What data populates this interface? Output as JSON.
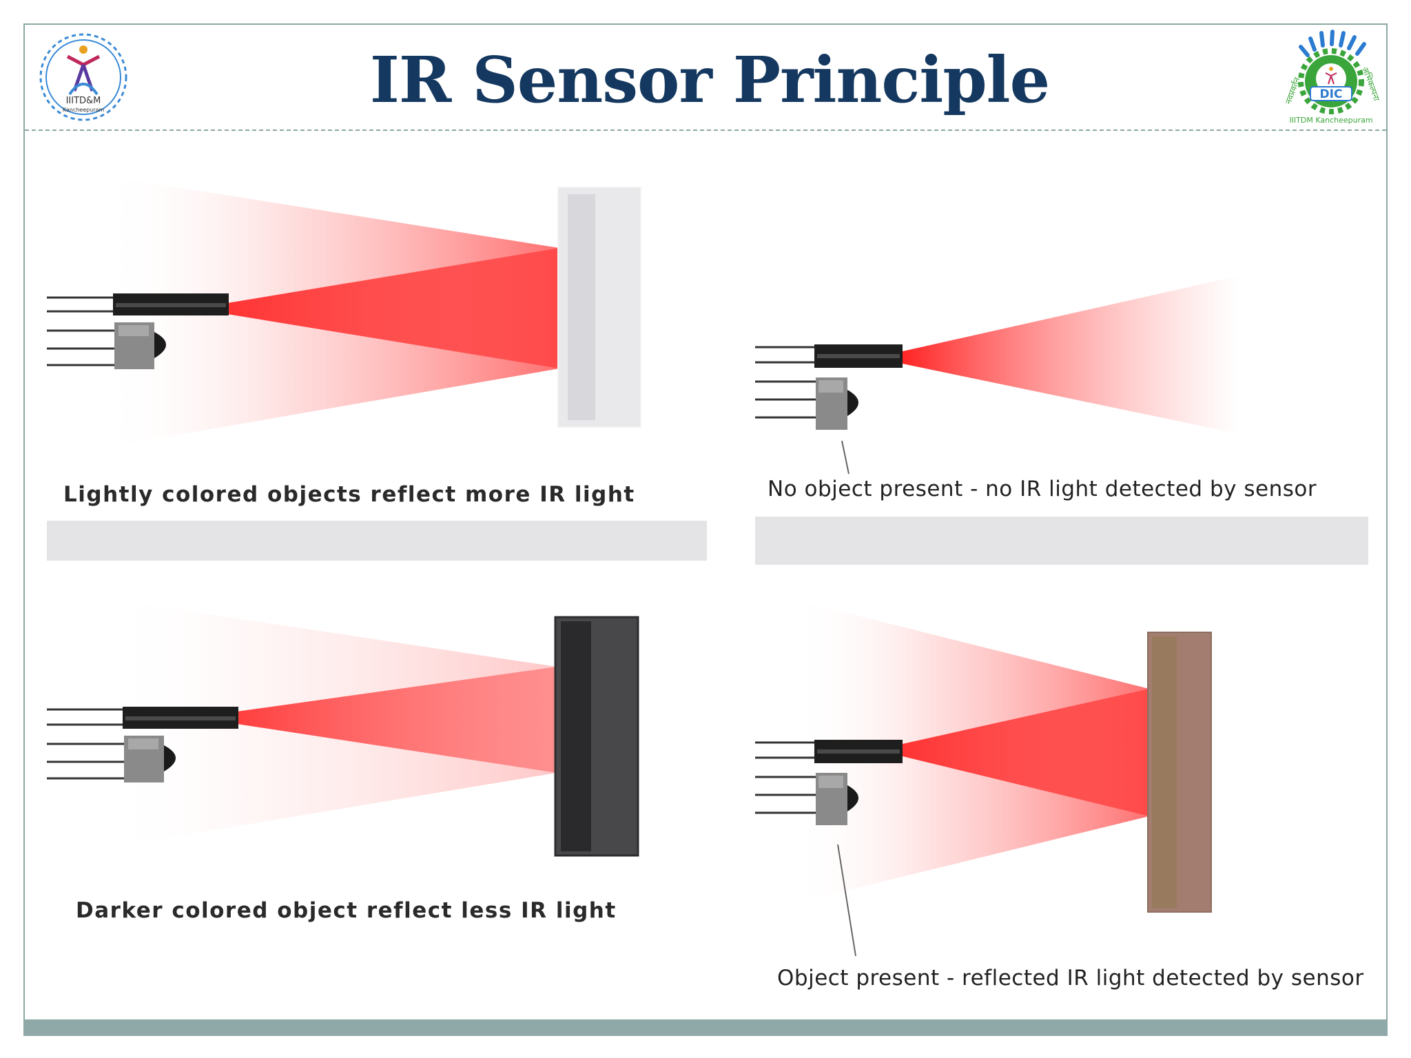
{
  "slide": {
    "title": "IR Sensor Principle"
  },
  "logos": {
    "left": {
      "text_line1": "IIITD&M",
      "text_line2": "Kancheepuram"
    },
    "right": {
      "badge": "DIC",
      "subtitle": "IIITDM Kancheepuram",
      "arc_left": "नवप्रवर्तन",
      "arc_right": "अभिकल्पना"
    }
  },
  "panels": {
    "light_object": {
      "caption": "Lightly colored objects reflect more IR light"
    },
    "no_object": {
      "caption": "No object present - no IR light detected by sensor"
    },
    "dark_object": {
      "caption": "Darker colored object reflect less IR light"
    },
    "object_present": {
      "caption": "Object present - reflected IR light detected by sensor"
    }
  },
  "colors": {
    "title": "#14385f",
    "beam": "#ff2a2a",
    "frame": "#8aa7a4",
    "light_object": "#e4e4e6",
    "dark_object": "#3a3a3c",
    "brown_object": "#a0796a",
    "logo_green": "#3aa53a",
    "logo_blue": "#2b7bd0"
  }
}
